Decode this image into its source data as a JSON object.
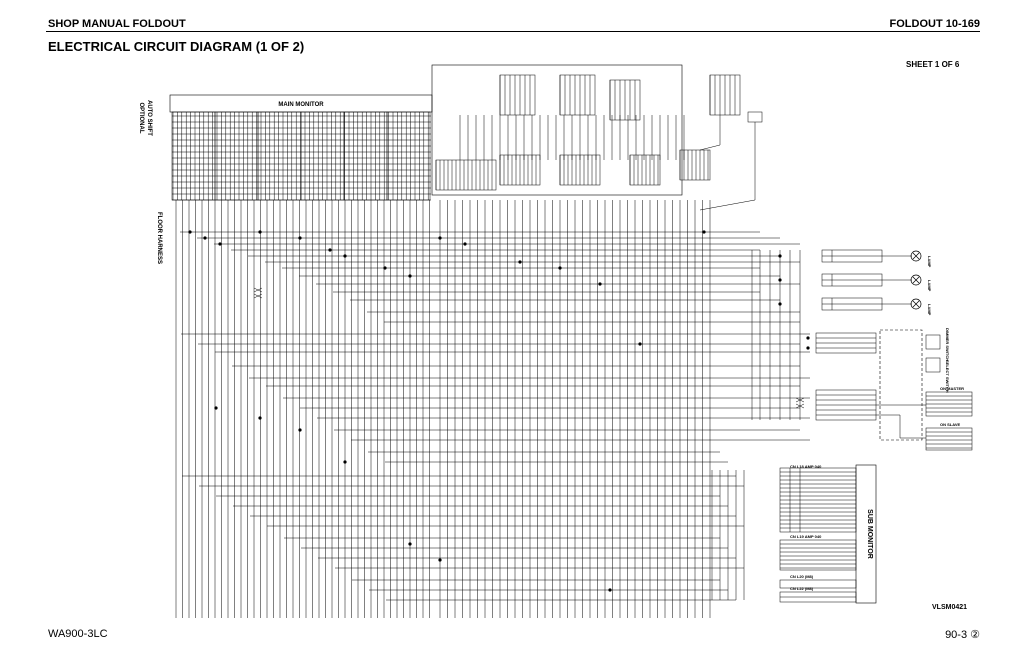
{
  "header": {
    "left": "SHOP MANUAL FOLDOUT",
    "right": "FOLDOUT 10-169"
  },
  "title": "ELECTRICAL CIRCUIT DIAGRAM (1 OF 2)",
  "sheet": "SHEET 1 OF 6",
  "footer": {
    "model": "WA900-3LC",
    "page": "90-3 ②"
  },
  "drawing_code": "VLSM0421",
  "labels": {
    "main_monitor": "MAIN MONITOR",
    "sub_monitor": "SUB MONITOR",
    "floor_harness": "FLOOR HARNESS",
    "optional_line1": "OPTIONAL",
    "optional_line2": "AUTO SHIFT",
    "on_master": "ON MASTER",
    "on_slave": "ON SLAVE",
    "lamp1": "LAMP",
    "lamp2": "LAMP",
    "lamp3": "LAMP",
    "dimmer_switch": "DIMMER SWITCH",
    "select_switch": "SELECT SWITCH",
    "cn_l18_amp": "CN L18 AMP 040",
    "cn_l19_amp": "CN L19 AMP 040",
    "cn_l20": "CN L20 (M8)",
    "cn_l22": "CN L22 (M8)"
  },
  "colors": {
    "ink": "#000000",
    "paper": "#ffffff"
  }
}
